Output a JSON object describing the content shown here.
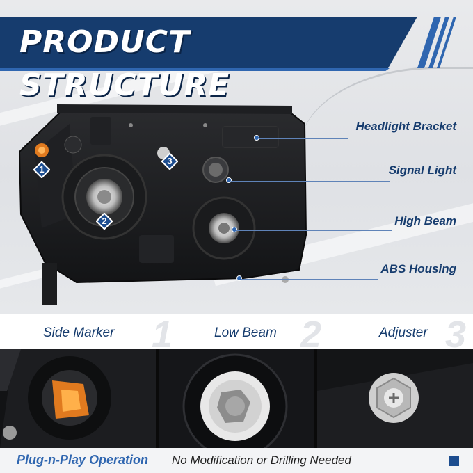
{
  "banner": {
    "title": "PRODUCT STRUCTURE"
  },
  "callouts": [
    {
      "label": "Headlight Bracket"
    },
    {
      "label": "Signal Light"
    },
    {
      "label": "High Beam"
    },
    {
      "label": "ABS Housing"
    }
  ],
  "badges": [
    "1",
    "2",
    "3"
  ],
  "details": [
    {
      "label": "Side Marker",
      "number": "1"
    },
    {
      "label": "Low Beam",
      "number": "2"
    },
    {
      "label": "Adjuster",
      "number": "3"
    }
  ],
  "footer": {
    "highlight": "Plug-n-Play Operation",
    "text": "No Modification or Drilling Needed"
  },
  "colors": {
    "navy": "#163c6e",
    "accent_blue": "#2f66b0",
    "housing_black": "#1b1c1e",
    "amber": "#e07a1f"
  },
  "icons": [
    "number-badge-icon",
    "callout-dot-icon",
    "footer-square-icon"
  ]
}
